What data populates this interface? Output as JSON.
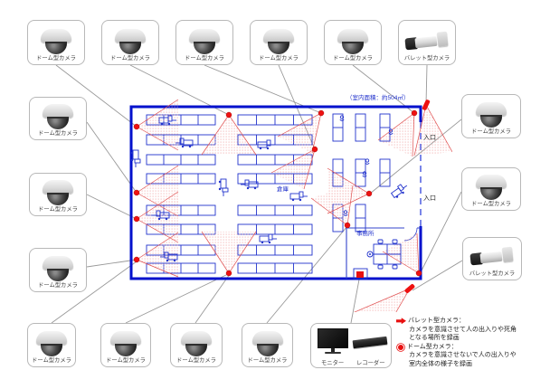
{
  "diagram": {
    "area_label": "（室内面積：約504㎡）",
    "warehouse_label": "倉庫",
    "office_label": "事務所",
    "entrance1_label": "入口",
    "entrance2_label": "入口"
  },
  "camera_types": {
    "dome": "ドーム型カメラ",
    "bullet": "バレット型カメラ"
  },
  "equipment": {
    "monitor": "モニター",
    "recorder": "レコーダー"
  },
  "legend": {
    "bullet_title": "バレット型カメラ：",
    "bullet_line1": "カメラを意識させて人の出入りや死角",
    "bullet_line2": "となる場所を録画",
    "dome_title": "ドーム型カメラ：",
    "dome_line1": "カメラを意識させないで人の出入りや",
    "dome_line2": "室内全体の様子を録画"
  },
  "colors": {
    "wall_blue": "#0011cc",
    "rack_blue": "#2233cc",
    "camera_red": "#ee1111",
    "connector_gray": "#999999"
  }
}
